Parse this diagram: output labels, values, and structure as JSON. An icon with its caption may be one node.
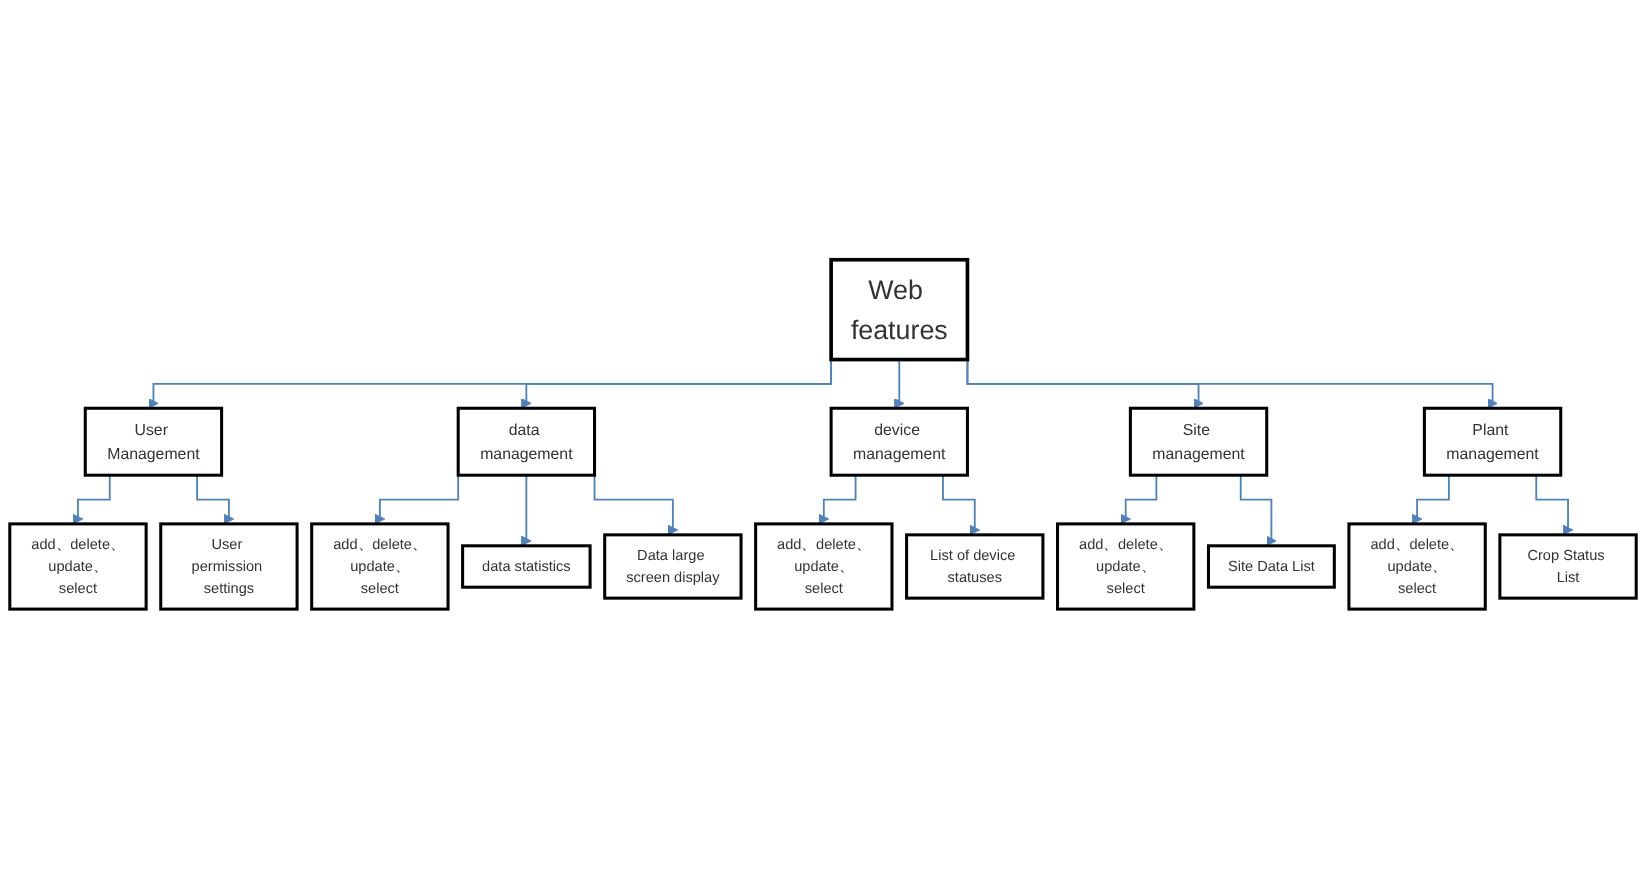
{
  "diagram": {
    "nodes": [
      {
        "text": [
          "Web features"
        ]
      },
      {
        "text": [
          "User Management"
        ]
      },
      {
        "text": [
          "data management"
        ]
      },
      {
        "text": [
          "device management"
        ]
      },
      {
        "text": [
          "Site management"
        ]
      },
      {
        "text": [
          "Plant management"
        ]
      },
      {
        "text": [
          "add、delete、update、select"
        ]
      },
      {
        "text": [
          "User permission settings"
        ]
      },
      {
        "text": [
          "add、delete、update、select"
        ]
      },
      {
        "text": [
          "data statistics"
        ]
      },
      {
        "text": [
          "Data large screen display"
        ]
      },
      {
        "text": [
          "add、delete、update、select"
        ]
      },
      {
        "text": [
          "List of device statuses"
        ]
      },
      {
        "text": [
          "add、delete、update、select"
        ]
      },
      {
        "text": [
          "Site Data List"
        ]
      },
      {
        "text": [
          "add、delete、update、select"
        ]
      },
      {
        "text": [
          "Crop Status List"
        ]
      }
    ],
    "edges": [
      {
        "from": 0,
        "to": 1,
        "arrow": "to"
      },
      {
        "from": 0,
        "to": 2,
        "arrow": "to"
      },
      {
        "from": 0,
        "to": 3,
        "arrow": "to"
      },
      {
        "from": 0,
        "to": 4,
        "arrow": "to"
      },
      {
        "from": 0,
        "to": 5,
        "arrow": "to"
      },
      {
        "from": 1,
        "to": 6,
        "arrow": "to"
      },
      {
        "from": 1,
        "to": 7,
        "arrow": "to"
      },
      {
        "from": 2,
        "to": 8,
        "arrow": "to"
      },
      {
        "from": 2,
        "to": 9,
        "arrow": "to"
      },
      {
        "from": 2,
        "to": 10,
        "arrow": "to"
      },
      {
        "from": 3,
        "to": 11,
        "arrow": "to"
      },
      {
        "from": 3,
        "to": 12,
        "arrow": "to"
      },
      {
        "from": 4,
        "to": 13,
        "arrow": "to"
      },
      {
        "from": 4,
        "to": 14,
        "arrow": "to"
      },
      {
        "from": 5,
        "to": 15,
        "arrow": "to"
      },
      {
        "from": 5,
        "to": 16,
        "arrow": "to"
      }
    ]
  }
}
